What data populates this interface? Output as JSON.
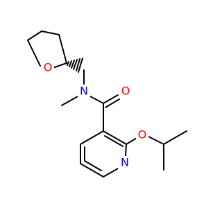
{
  "molecule": {
    "atoms": {
      "O_ring": {
        "label": "O",
        "color": "#ff0000"
      },
      "N_amide": {
        "label": "N",
        "color": "#0000ff"
      },
      "O_carbonyl": {
        "label": "O",
        "color": "#ff0000"
      },
      "O_ether": {
        "label": "O",
        "color": "#ff0000"
      },
      "N_pyridine": {
        "label": "N",
        "color": "#0000ff"
      }
    }
  }
}
